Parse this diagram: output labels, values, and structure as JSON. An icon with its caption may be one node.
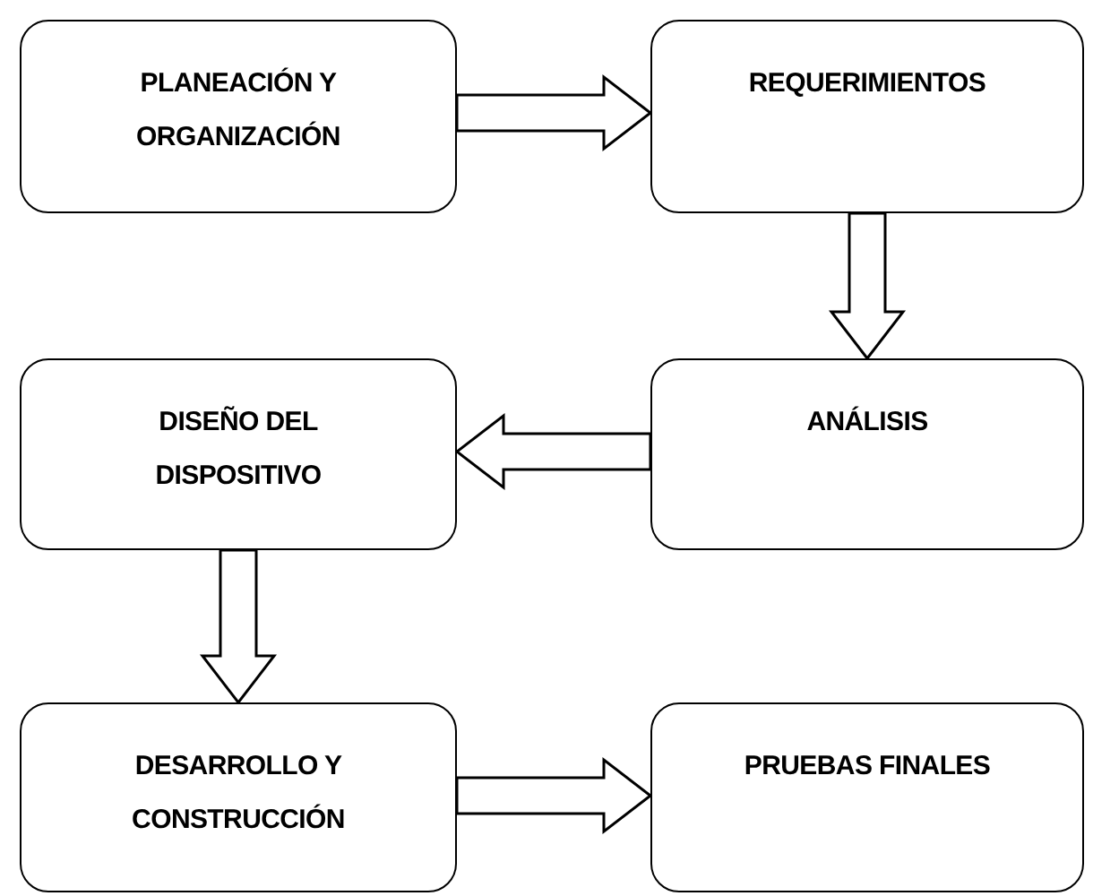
{
  "diagram": {
    "nodes": [
      {
        "text": [
          "PLANEACIÓN Y ORGANIZACIÓN"
        ]
      },
      {
        "text": [
          "REQUERIMIENTOS"
        ]
      },
      {
        "text": [
          "ANÁLISIS"
        ]
      },
      {
        "text": [
          "DISEÑO DEL DISPOSITIVO"
        ]
      },
      {
        "text": [
          "DESARROLLO Y CONSTRUCCIÓN"
        ]
      },
      {
        "text": [
          "PRUEBAS FINALES"
        ]
      }
    ],
    "edges": [
      {
        "from": 0,
        "to": 1,
        "arrow": "to"
      },
      {
        "from": 1,
        "to": 2,
        "arrow": "to"
      },
      {
        "from": 2,
        "to": 3,
        "arrow": "to"
      },
      {
        "from": 3,
        "to": 4,
        "arrow": "to"
      },
      {
        "from": 4,
        "to": 5,
        "arrow": "to"
      }
    ]
  }
}
